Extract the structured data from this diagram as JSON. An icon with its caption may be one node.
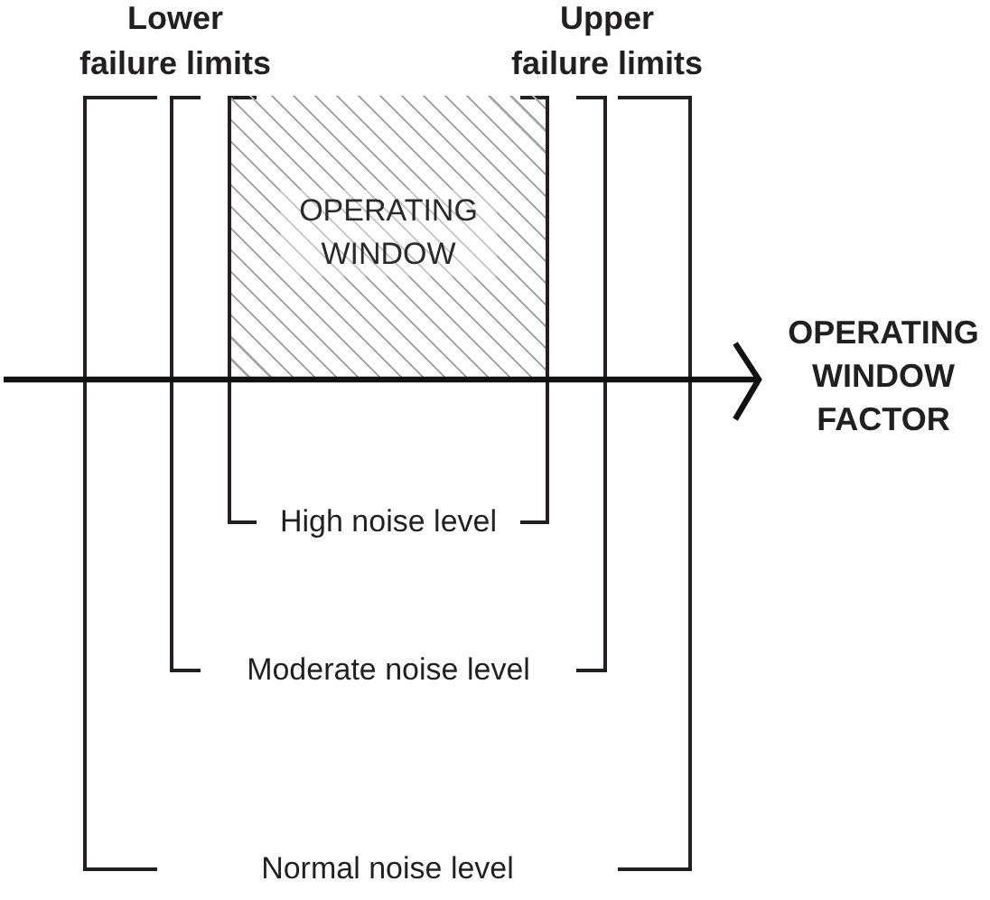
{
  "diagram": {
    "nodes": [
      {
        "text": [
          "Normal noise level"
        ]
      },
      {
        "text": [
          "Moderate noise level"
        ],
        "in": 0
      },
      {
        "text": [
          "High noise level"
        ],
        "in": 1
      },
      {
        "text": [
          "OPERATING WINDOW"
        ],
        "in": 2
      }
    ],
    "labels": [
      "Lower failure limits",
      "Upper failure limits",
      "OPERATING WINDOW FACTOR"
    ]
  }
}
